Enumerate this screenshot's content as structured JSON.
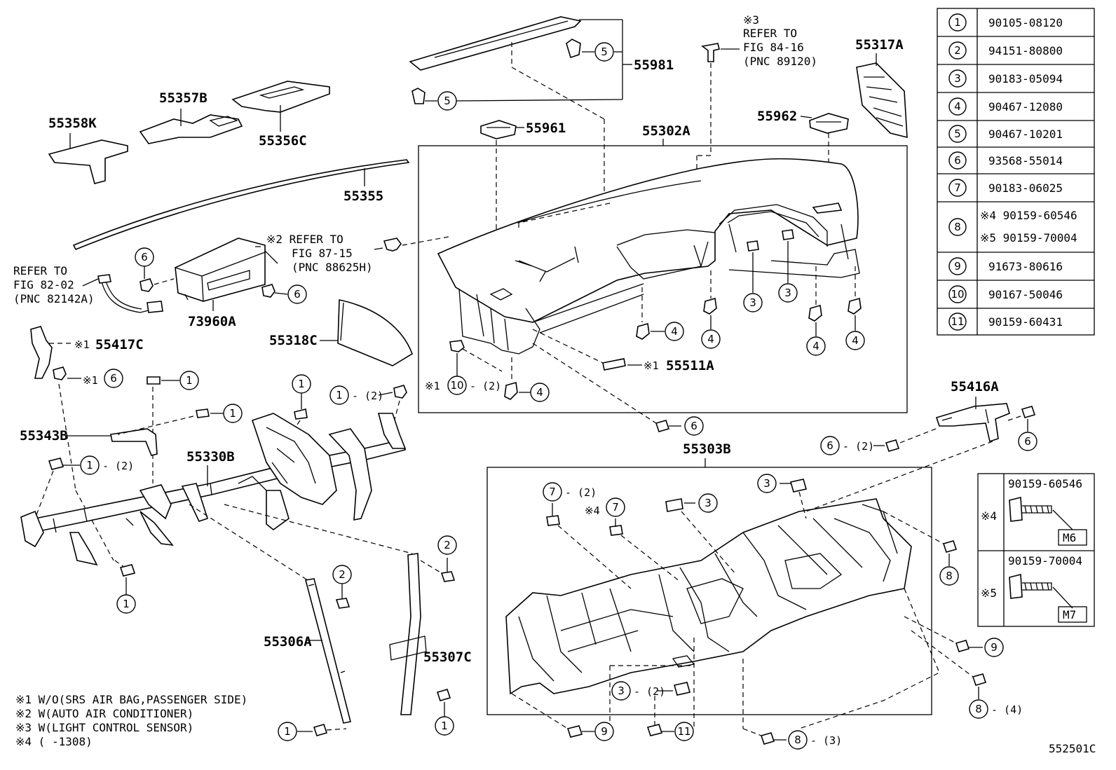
{
  "parts": {
    "p55358K": "55358K",
    "p55357B": "55357B",
    "p55356C": "55356C",
    "p55355": "55355",
    "p55981": "55981",
    "p55961": "55961",
    "p55302A": "55302A",
    "p55962": "55962",
    "p55317A": "55317A",
    "p73960A": "73960A",
    "p55318C": "55318C",
    "p55417C": "55417C",
    "p55343B": "55343B",
    "p55330B": "55330B",
    "p55511A": "55511A",
    "p55416A": "55416A",
    "p55303B": "55303B",
    "p55306A": "55306A",
    "p55307C": "55307C"
  },
  "refs": {
    "ref3": [
      "※3",
      "REFER TO",
      "FIG 84-16",
      "(PNC 89120)"
    ],
    "ref2": [
      "※2 REFER TO",
      "FIG 87-15",
      "(PNC 88625H)"
    ],
    "ref_left": [
      "REFER TO",
      "FIG 82-02",
      "(PNC 82142A)"
    ]
  },
  "callout_qty": {
    "q2": "- (2)",
    "q3": "- (3)",
    "q4": "- (4)"
  },
  "marks": {
    "m1": "※1",
    "m4": "※4",
    "m5": "※5"
  },
  "table": [
    {
      "no": "1",
      "part": "90105-08120"
    },
    {
      "no": "2",
      "part": "94151-80800"
    },
    {
      "no": "3",
      "part": "90183-05094"
    },
    {
      "no": "4",
      "part": "90467-12080"
    },
    {
      "no": "5",
      "part": "90467-10201"
    },
    {
      "no": "6",
      "part": "93568-55014"
    },
    {
      "no": "7",
      "part": "90183-06025"
    },
    {
      "no": "8",
      "part": "※4 90159-60546",
      "part2": "※5 90159-70004"
    },
    {
      "no": "9",
      "part": "91673-80616"
    },
    {
      "no": "10",
      "part": "90167-50046"
    },
    {
      "no": "11",
      "part": "90159-60431"
    }
  ],
  "screw_detail": [
    {
      "mark": "※4",
      "part": "90159-60546",
      "size": "M6"
    },
    {
      "mark": "※5",
      "part": "90159-70004",
      "size": "M7"
    }
  ],
  "notes": [
    "※1 W/O(SRS AIR BAG,PASSENGER SIDE)",
    "※2 W(AUTO AIR CONDITIONER)",
    "※3 W(LIGHT CONTROL SENSOR)",
    "※4 (      -1308)"
  ],
  "figure_id": "552501C"
}
